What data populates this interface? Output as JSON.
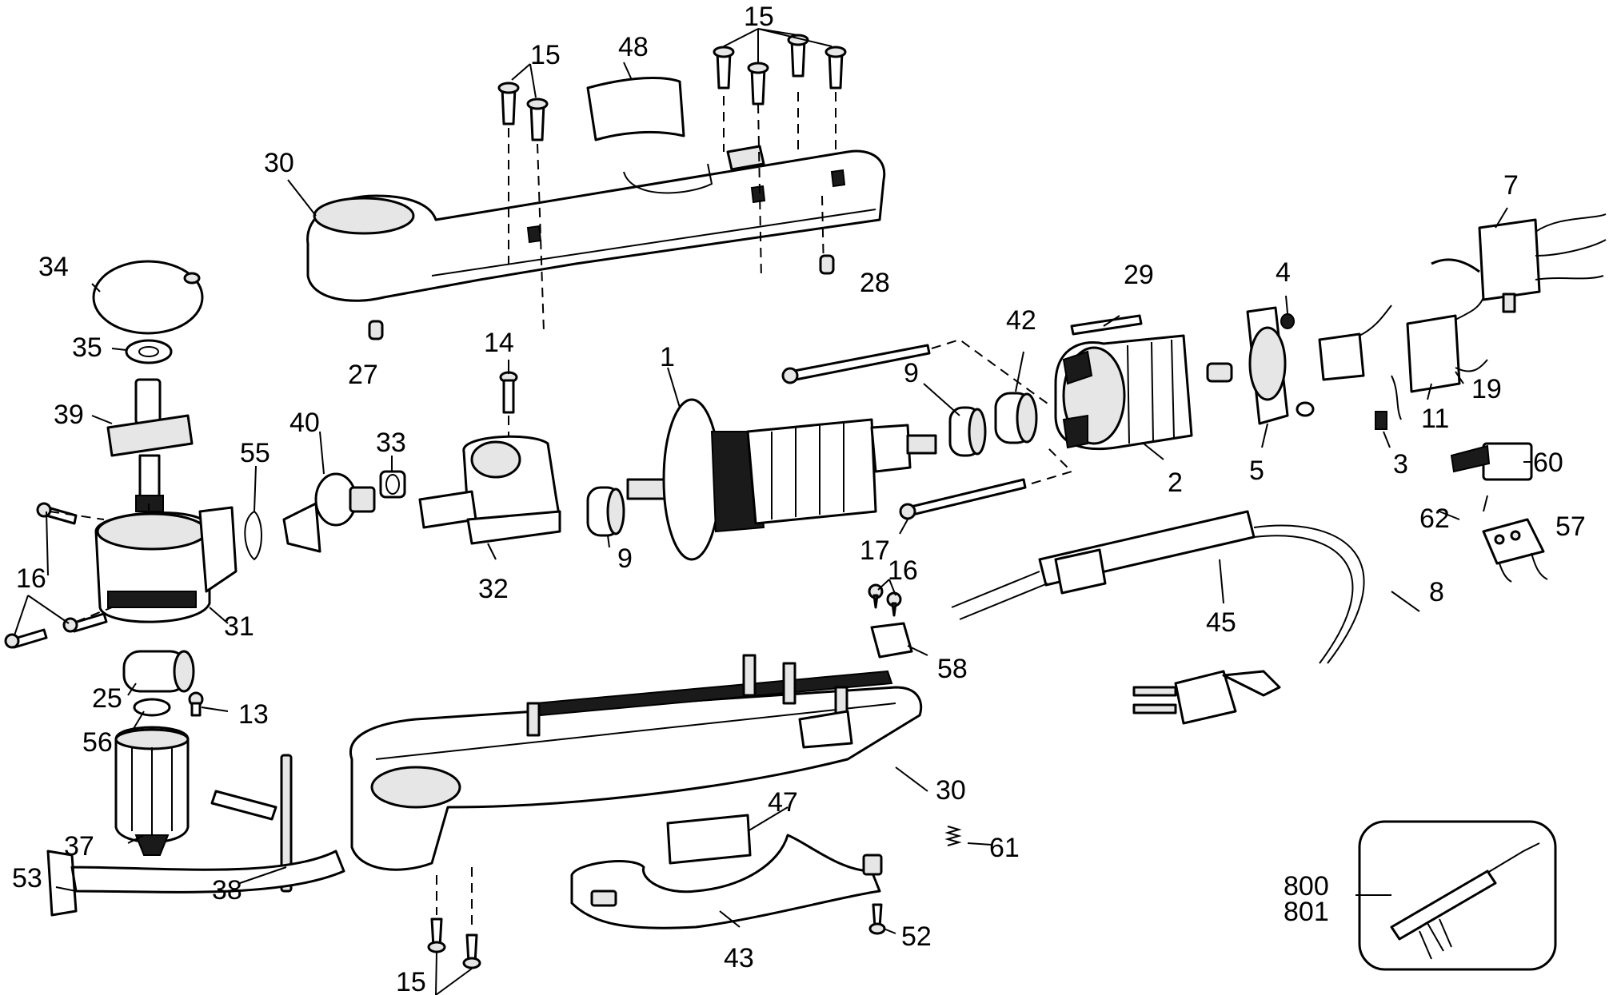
{
  "diagram": {
    "labels": {
      "p1": "1",
      "p2": "2",
      "p3": "3",
      "p4": "4",
      "p5": "5",
      "p7": "7",
      "p8": "8",
      "p9a": "9",
      "p9b": "9",
      "p11": "11",
      "p13": "13",
      "p14": "14",
      "p15a": "15",
      "p15b": "15",
      "p15c": "15",
      "p16a": "16",
      "p16b": "16",
      "p17": "17",
      "p19": "19",
      "p25": "25",
      "p27": "27",
      "p28": "28",
      "p29": "29",
      "p30a": "30",
      "p30b": "30",
      "p31": "31",
      "p32": "32",
      "p33": "33",
      "p34": "34",
      "p35": "35",
      "p37": "37",
      "p38": "38",
      "p39": "39",
      "p40": "40",
      "p42": "42",
      "p43": "43",
      "p45": "45",
      "p47": "47",
      "p48": "48",
      "p52": "52",
      "p53": "53",
      "p55": "55",
      "p56": "56",
      "p57": "57",
      "p58": "58",
      "p60": "60",
      "p61": "61",
      "p62": "62",
      "p800": "800",
      "p801": "801"
    }
  }
}
